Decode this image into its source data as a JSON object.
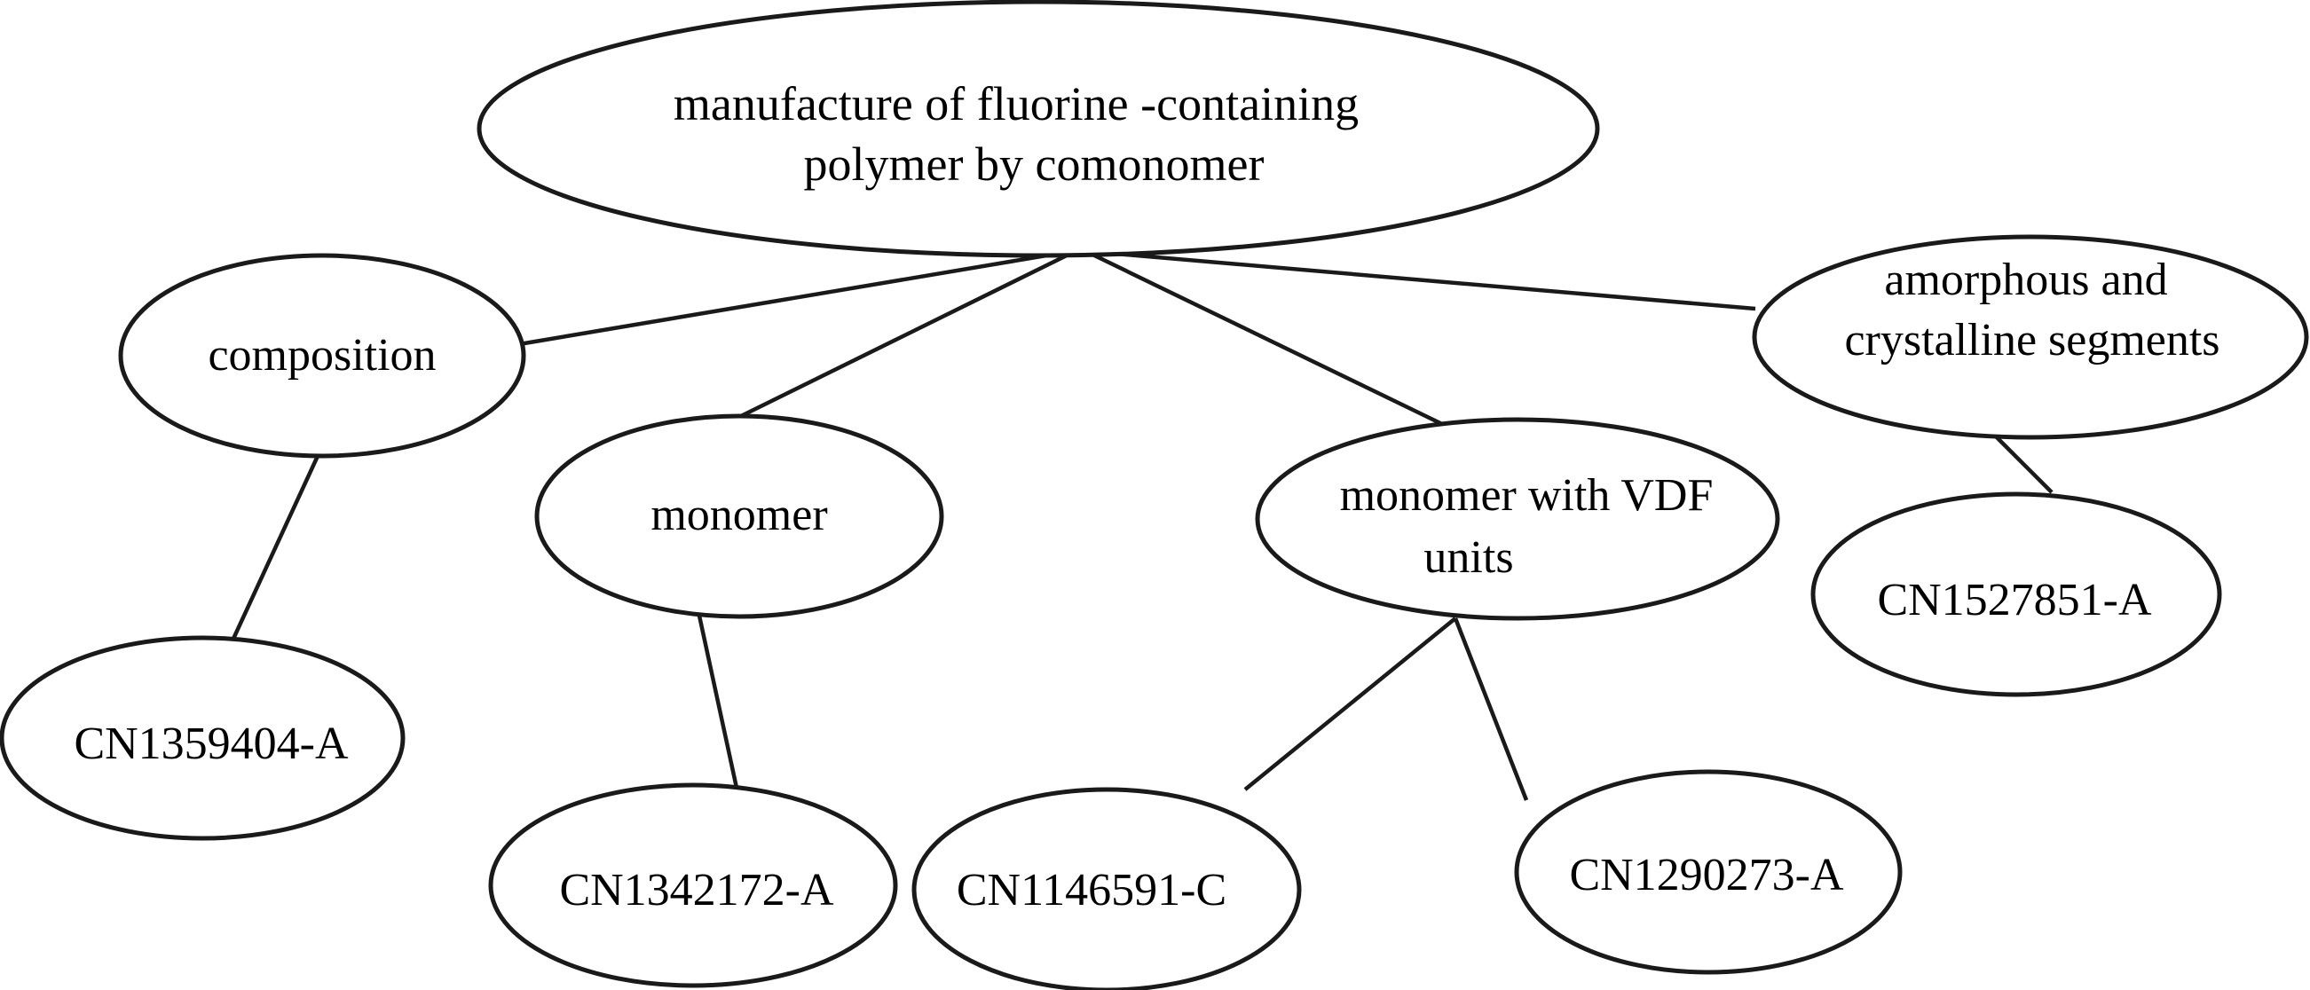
{
  "diagram": {
    "type": "tree",
    "root": "root",
    "nodes": [
      {
        "id": "root",
        "lines": [
          "manufacture of fluorine -containing",
          "polymer  by comonomer"
        ]
      },
      {
        "id": "composition",
        "lines": [
          "composition"
        ]
      },
      {
        "id": "monomer",
        "lines": [
          "monomer"
        ]
      },
      {
        "id": "monomer_vdf",
        "lines": [
          "monomer with VDF",
          "units"
        ]
      },
      {
        "id": "amorphous",
        "lines": [
          "amorphous and",
          "crystalline segments"
        ]
      },
      {
        "id": "cn1359404",
        "lines": [
          "CN1359404-A"
        ]
      },
      {
        "id": "cn1342172",
        "lines": [
          "CN1342172-A"
        ]
      },
      {
        "id": "cn1146591",
        "lines": [
          "CN1146591-C"
        ]
      },
      {
        "id": "cn1290273",
        "lines": [
          "CN1290273-A"
        ]
      },
      {
        "id": "cn1527851",
        "lines": [
          "CN1527851-A"
        ]
      }
    ],
    "edges": [
      {
        "from": "root",
        "to": "composition"
      },
      {
        "from": "root",
        "to": "monomer"
      },
      {
        "from": "root",
        "to": "monomer_vdf"
      },
      {
        "from": "root",
        "to": "amorphous"
      },
      {
        "from": "composition",
        "to": "cn1359404"
      },
      {
        "from": "monomer",
        "to": "cn1342172"
      },
      {
        "from": "monomer_vdf",
        "to": "cn1146591"
      },
      {
        "from": "monomer_vdf",
        "to": "cn1290273"
      },
      {
        "from": "amorphous",
        "to": "cn1527851"
      }
    ]
  }
}
